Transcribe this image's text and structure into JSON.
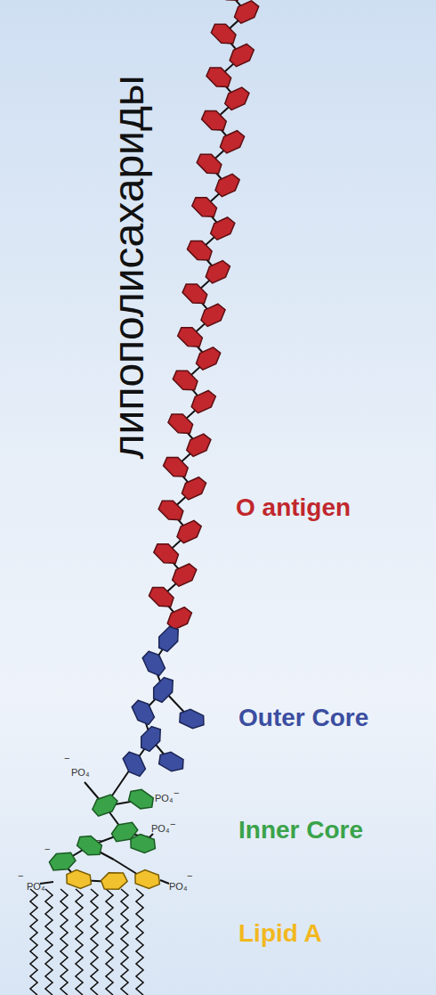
{
  "diagram": {
    "title": "липополисахариды",
    "labels": [
      "O antigen",
      "Outer Core",
      "Inner Core",
      "Lipid A",
      "PO₄",
      "−",
      "PO₄",
      "−",
      "PO₄",
      "−",
      "PO₄",
      "−",
      "PO₄",
      "−",
      "−",
      "−"
    ]
  }
}
